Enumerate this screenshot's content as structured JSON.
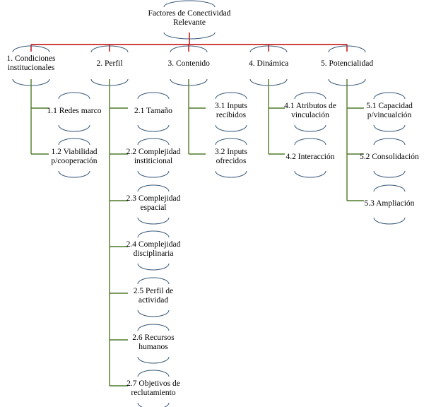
{
  "diagram": {
    "root": {
      "label": "Factores de Conectividad Relevante"
    },
    "categories": [
      {
        "label": "1. Condiciones institucionales",
        "children": [
          {
            "label": "1.1 Redes marco"
          },
          {
            "label": "1.2 Viabilidad p/cooperación"
          }
        ]
      },
      {
        "label": "2. Perfil",
        "children": [
          {
            "label": "2.1 Tamaño"
          },
          {
            "label": "2.2 Complejidad institicional"
          },
          {
            "label": "2.3 Complejidad espacial"
          },
          {
            "label": "2.4 Complejidad disciplinaria"
          },
          {
            "label": "2.5 Perfil de actividad"
          },
          {
            "label": "2.6 Recursos humanos"
          },
          {
            "label": "2.7 Objetivos de reclutamiento"
          }
        ]
      },
      {
        "label": "3. Contenido",
        "children": [
          {
            "label": "3.1 Inputs recibidos"
          },
          {
            "label": "3.2 Inputs ofrecidos"
          }
        ]
      },
      {
        "label": "4. Dinámica",
        "children": [
          {
            "label": "4.1 Atributos de vinculación"
          },
          {
            "label": "4.2 Interacción"
          }
        ]
      },
      {
        "label": "5. Potencialidad",
        "children": [
          {
            "label": "5.1 Capacidad p/vincualción"
          },
          {
            "label": "5.2 Consolidación"
          },
          {
            "label": "5.3 Ampliación"
          }
        ]
      }
    ],
    "colors": {
      "root_connector": "#c00000",
      "child_connector": "#4f7a28",
      "arc": "#3a5a7a",
      "text": "#000000"
    }
  }
}
